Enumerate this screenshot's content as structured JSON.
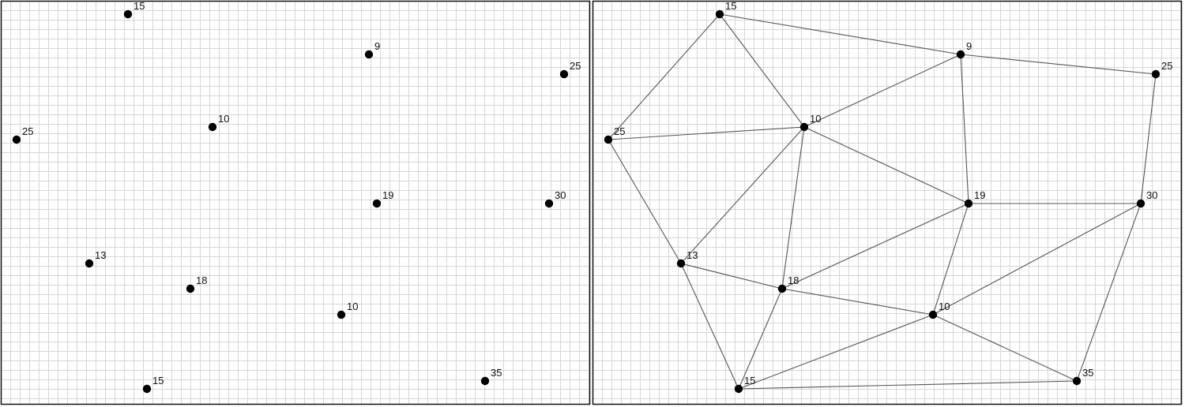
{
  "colors": {
    "grid": "#d6d6d6",
    "frame": "#111111",
    "point": "#000000",
    "edge": "#555555",
    "label": "#111111"
  },
  "panels": [
    {
      "name": "points-panel",
      "show_edges": false
    },
    {
      "name": "triangulation-panel",
      "show_edges": true
    }
  ],
  "points": [
    {
      "id": "p-top",
      "label": "15"
    },
    {
      "id": "p-nine",
      "label": "9"
    },
    {
      "id": "p-right-top",
      "label": "25"
    },
    {
      "id": "p-center-ten",
      "label": "10"
    },
    {
      "id": "p-left",
      "label": "25"
    },
    {
      "id": "p-nineteen",
      "label": "19"
    },
    {
      "id": "p-thirty",
      "label": "30"
    },
    {
      "id": "p-thirteen",
      "label": "13"
    },
    {
      "id": "p-eighteen",
      "label": "18"
    },
    {
      "id": "p-lower-ten",
      "label": "10"
    },
    {
      "id": "p-bottom",
      "label": "15"
    },
    {
      "id": "p-thirtyfive",
      "label": "35"
    }
  ],
  "edges": [
    [
      "p-top",
      "p-nine"
    ],
    [
      "p-nine",
      "p-right-top"
    ],
    [
      "p-top",
      "p-left"
    ],
    [
      "p-top",
      "p-center-ten"
    ],
    [
      "p-left",
      "p-center-ten"
    ],
    [
      "p-center-ten",
      "p-nine"
    ],
    [
      "p-nine",
      "p-nineteen"
    ],
    [
      "p-center-ten",
      "p-nineteen"
    ],
    [
      "p-right-top",
      "p-thirty"
    ],
    [
      "p-nineteen",
      "p-thirty"
    ],
    [
      "p-left",
      "p-thirteen"
    ],
    [
      "p-center-ten",
      "p-thirteen"
    ],
    [
      "p-center-ten",
      "p-eighteen"
    ],
    [
      "p-thirteen",
      "p-eighteen"
    ],
    [
      "p-eighteen",
      "p-nineteen"
    ],
    [
      "p-nineteen",
      "p-lower-ten"
    ],
    [
      "p-eighteen",
      "p-lower-ten"
    ],
    [
      "p-thirty",
      "p-lower-ten"
    ],
    [
      "p-thirteen",
      "p-bottom"
    ],
    [
      "p-eighteen",
      "p-bottom"
    ],
    [
      "p-lower-ten",
      "p-bottom"
    ],
    [
      "p-lower-ten",
      "p-thirtyfive"
    ],
    [
      "p-thirty",
      "p-thirtyfive"
    ],
    [
      "p-bottom",
      "p-thirtyfive"
    ]
  ]
}
